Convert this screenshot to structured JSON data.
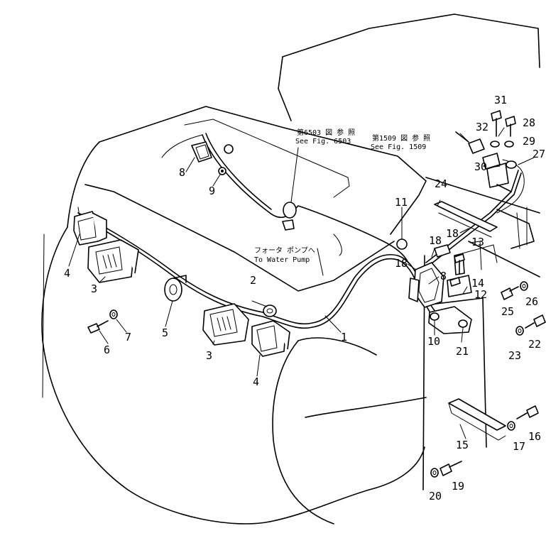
{
  "callouts": {
    "c1": "1",
    "c2": "2",
    "c3a": "3",
    "c3b": "3",
    "c4a": "4",
    "c4b": "4",
    "c5": "5",
    "c6": "6",
    "c7": "7",
    "c8a": "8",
    "c8b": "8",
    "c9": "9",
    "c10": "10",
    "c11": "11",
    "c12": "12",
    "c13": "13",
    "c14": "14",
    "c15": "15",
    "c16": "16",
    "c17": "17",
    "c18a": "18",
    "c18b": "18",
    "c18c": "18",
    "c19": "19",
    "c20": "20",
    "c21": "21",
    "c22": "22",
    "c23": "23",
    "c24": "24",
    "c25": "25",
    "c26": "26",
    "c27": "27",
    "c28": "28",
    "c29": "29",
    "c30": "30",
    "c31": "31",
    "c32": "32"
  },
  "references": {
    "fig6503_jp": "第6503 図 参 照",
    "fig6503_en": "See Fig. 6503",
    "fig1509_jp": "第1509 図 参 照",
    "fig1509_en": "See Fig. 1509",
    "water_pump_jp": "フォータ ポンプへ",
    "water_pump_en": "To Water Pump"
  }
}
